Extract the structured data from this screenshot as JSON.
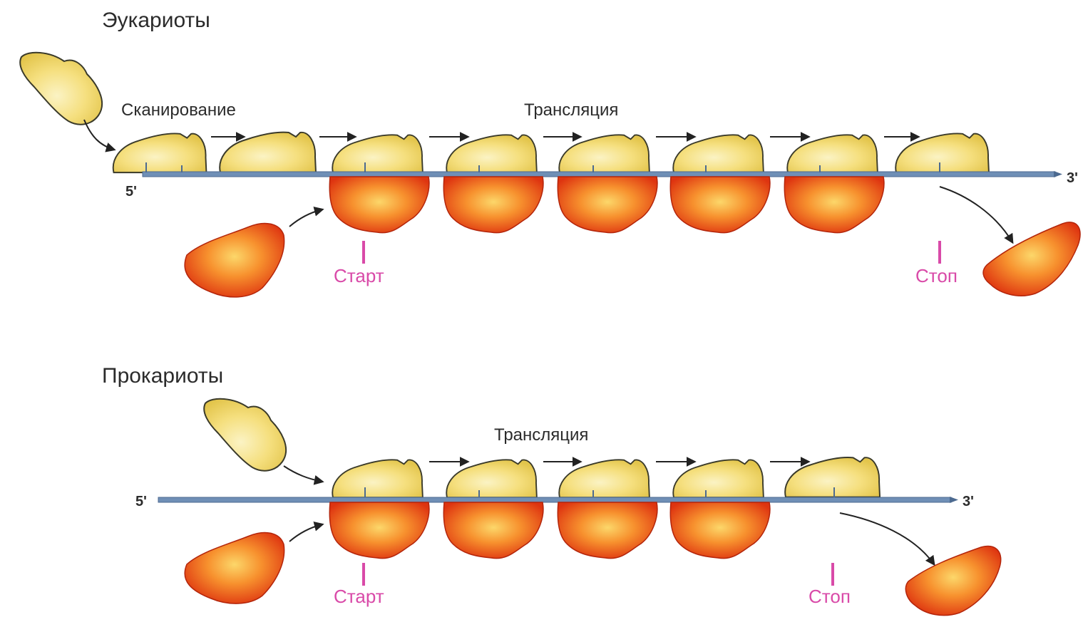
{
  "eukaryotes": {
    "title": "Эукариоты",
    "scanning_label": "Сканирование",
    "translation_label": "Трансляция",
    "five_prime": "5'",
    "three_prime": "3'",
    "start_label": "Старт",
    "stop_label": "Стоп"
  },
  "prokaryotes": {
    "title": "Прокариоты",
    "translation_label": "Трансляция",
    "five_prime": "5'",
    "three_prime": "3'",
    "start_label": "Старт",
    "stop_label": "Стоп"
  },
  "colors": {
    "mrna": "#6f8fb6",
    "small_subunit": "#f3dc77",
    "large_subunit": "#f25a1e",
    "codon_marker": "#d94aa8"
  }
}
